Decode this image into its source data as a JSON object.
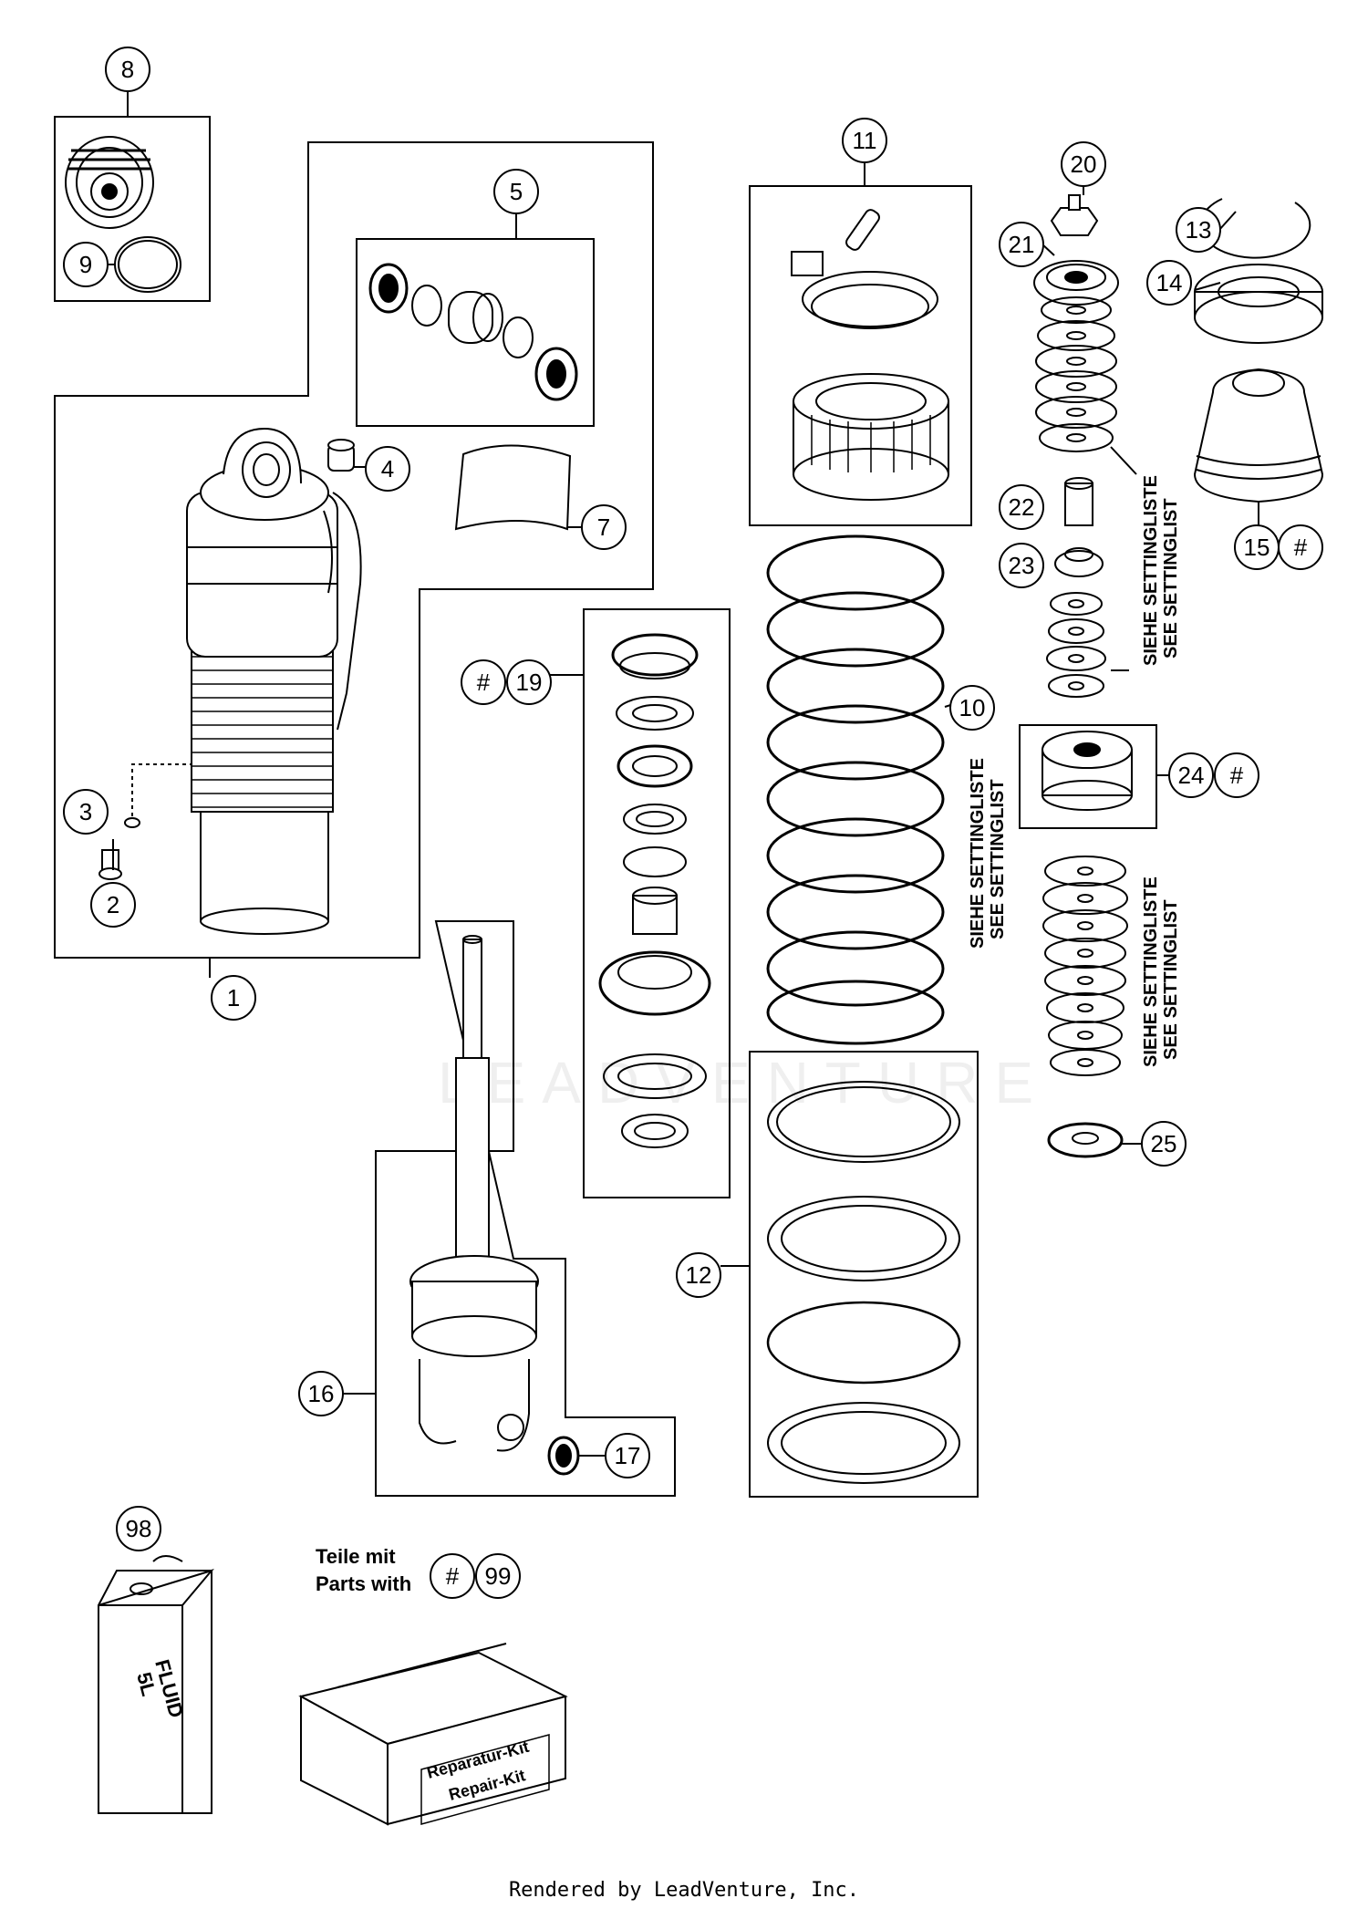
{
  "callouts": {
    "c1": "1",
    "c2": "2",
    "c3": "3",
    "c4": "4",
    "c5": "5",
    "c7": "7",
    "c8": "8",
    "c9": "9",
    "c10": "10",
    "c11": "11",
    "c12": "12",
    "c13": "13",
    "c14": "14",
    "c15": "15",
    "c16": "16",
    "c17": "17",
    "c19": "19",
    "c20": "20",
    "c21": "21",
    "c22": "22",
    "c23": "23",
    "c24": "24",
    "c25": "25",
    "c98": "98",
    "c99": "99"
  },
  "hash_symbol": "#",
  "setting_notes": {
    "line_de": "SIEHE SETTINGLISTE",
    "line_en": "SEE SETTINGLIST"
  },
  "parts_kit_label": {
    "line_de": "Teile mit",
    "line_en": "Parts with"
  },
  "fluid_can": {
    "line1": "FLUID",
    "line2": "5L"
  },
  "repair_kit": {
    "line_de": "Reparatur-Kit",
    "line_en": "Repair-Kit"
  },
  "watermark": "LEADVENTURE",
  "footer": "Rendered by LeadVenture, Inc."
}
